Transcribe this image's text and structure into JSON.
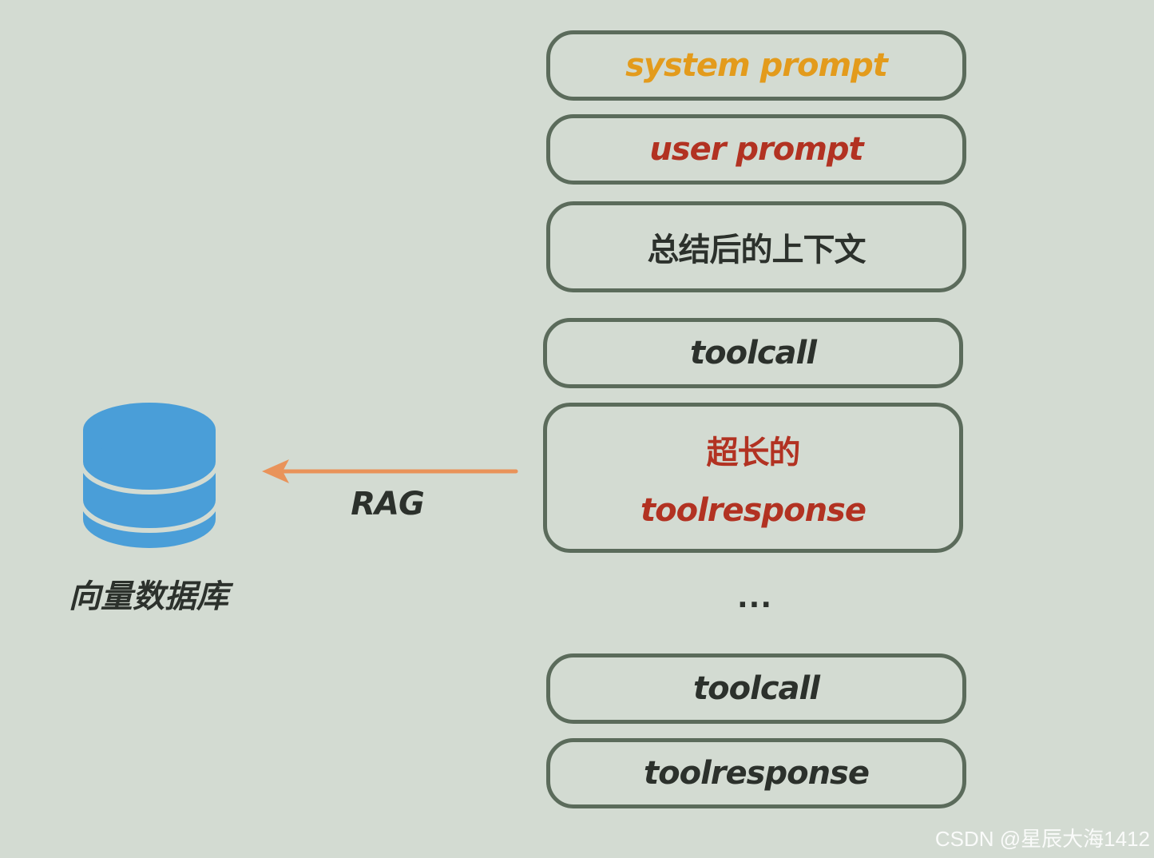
{
  "colors": {
    "background": "#d3dbd2",
    "box_border": "#5b6b5b",
    "text_dark": "#2c312c",
    "system_prompt": "#e39b1c",
    "user_prompt": "#b23222",
    "long_response": "#b23222",
    "database": "#4a9ed8",
    "arrow": "#e9935a"
  },
  "stack": {
    "system_prompt": "system prompt",
    "user_prompt": "user prompt",
    "summary_context": "总结后的上下文",
    "toolcall_1": "toolcall",
    "long_response_line1": "超长的",
    "long_response_line2": "toolresponse",
    "ellipsis": "...",
    "toolcall_2": "toolcall",
    "toolresponse": "toolresponse"
  },
  "database": {
    "icon": "database-icon",
    "label": "向量数据库"
  },
  "arrow": {
    "icon": "arrow-left-icon",
    "label": "RAG"
  },
  "watermark": "CSDN @星辰大海1412"
}
